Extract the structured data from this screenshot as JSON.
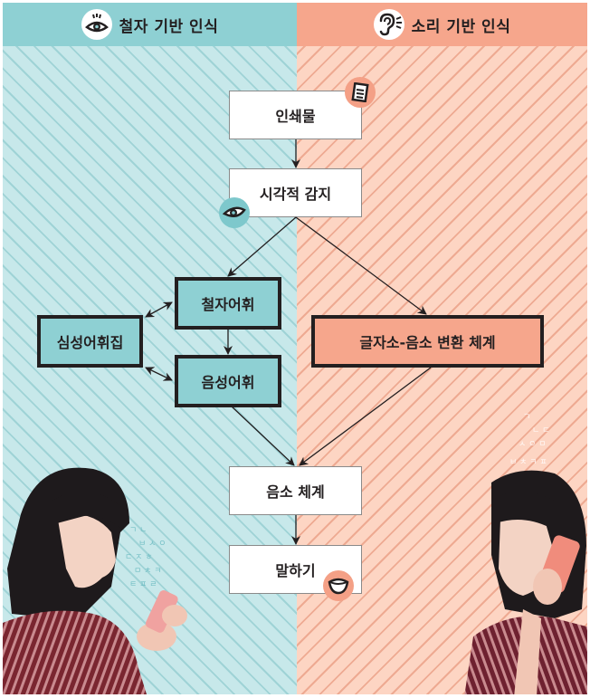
{
  "headers": {
    "left": {
      "title": "철자 기반 인식",
      "icon": "eye-icon"
    },
    "right": {
      "title": "소리 기반 인식",
      "icon": "ear-icon"
    }
  },
  "nodes": {
    "print": {
      "label": "인쇄물",
      "badge_icon": "document-icon"
    },
    "visual_detection": {
      "label": "시각적 감지",
      "badge_icon": "eye-icon"
    },
    "orthographic_lexicon": {
      "label": "철자어휘"
    },
    "mental_lexicon": {
      "label": "심성어휘집"
    },
    "phonological_lexicon": {
      "label": "음성어휘"
    },
    "grapheme_phoneme": {
      "label": "글자소-음소 변환 체계"
    },
    "phoneme_system": {
      "label": "음소 체계"
    },
    "speaking": {
      "label": "말하기",
      "badge_icon": "mouth-icon"
    }
  },
  "edges": [
    {
      "from": "인쇄물",
      "to": "시각적 감지",
      "type": "directed"
    },
    {
      "from": "시각적 감지",
      "to": "철자어휘",
      "type": "directed"
    },
    {
      "from": "시각적 감지",
      "to": "글자소-음소 변환 체계",
      "type": "directed"
    },
    {
      "from": "철자어휘",
      "to": "심성어휘집",
      "type": "bidirectional"
    },
    {
      "from": "음성어휘",
      "to": "심성어휘집",
      "type": "bidirectional"
    },
    {
      "from": "철자어휘",
      "to": "음성어휘",
      "type": "directed"
    },
    {
      "from": "음성어휘",
      "to": "음소 체계",
      "type": "directed"
    },
    {
      "from": "글자소-음소 변환 체계",
      "to": "음소 체계",
      "type": "directed"
    },
    {
      "from": "음소 체계",
      "to": "말하기",
      "type": "directed"
    }
  ],
  "photos": {
    "left": {
      "description": "woman looking at phone screen with floating letters"
    },
    "right": {
      "description": "woman talking on phone with floating letters"
    }
  },
  "colors": {
    "teal_header": "#8ed0d3",
    "teal_bg": "#c7e8ea",
    "salmon_header": "#f6a68c",
    "salmon_bg": "#fdd5c3",
    "ink": "#231f20"
  }
}
